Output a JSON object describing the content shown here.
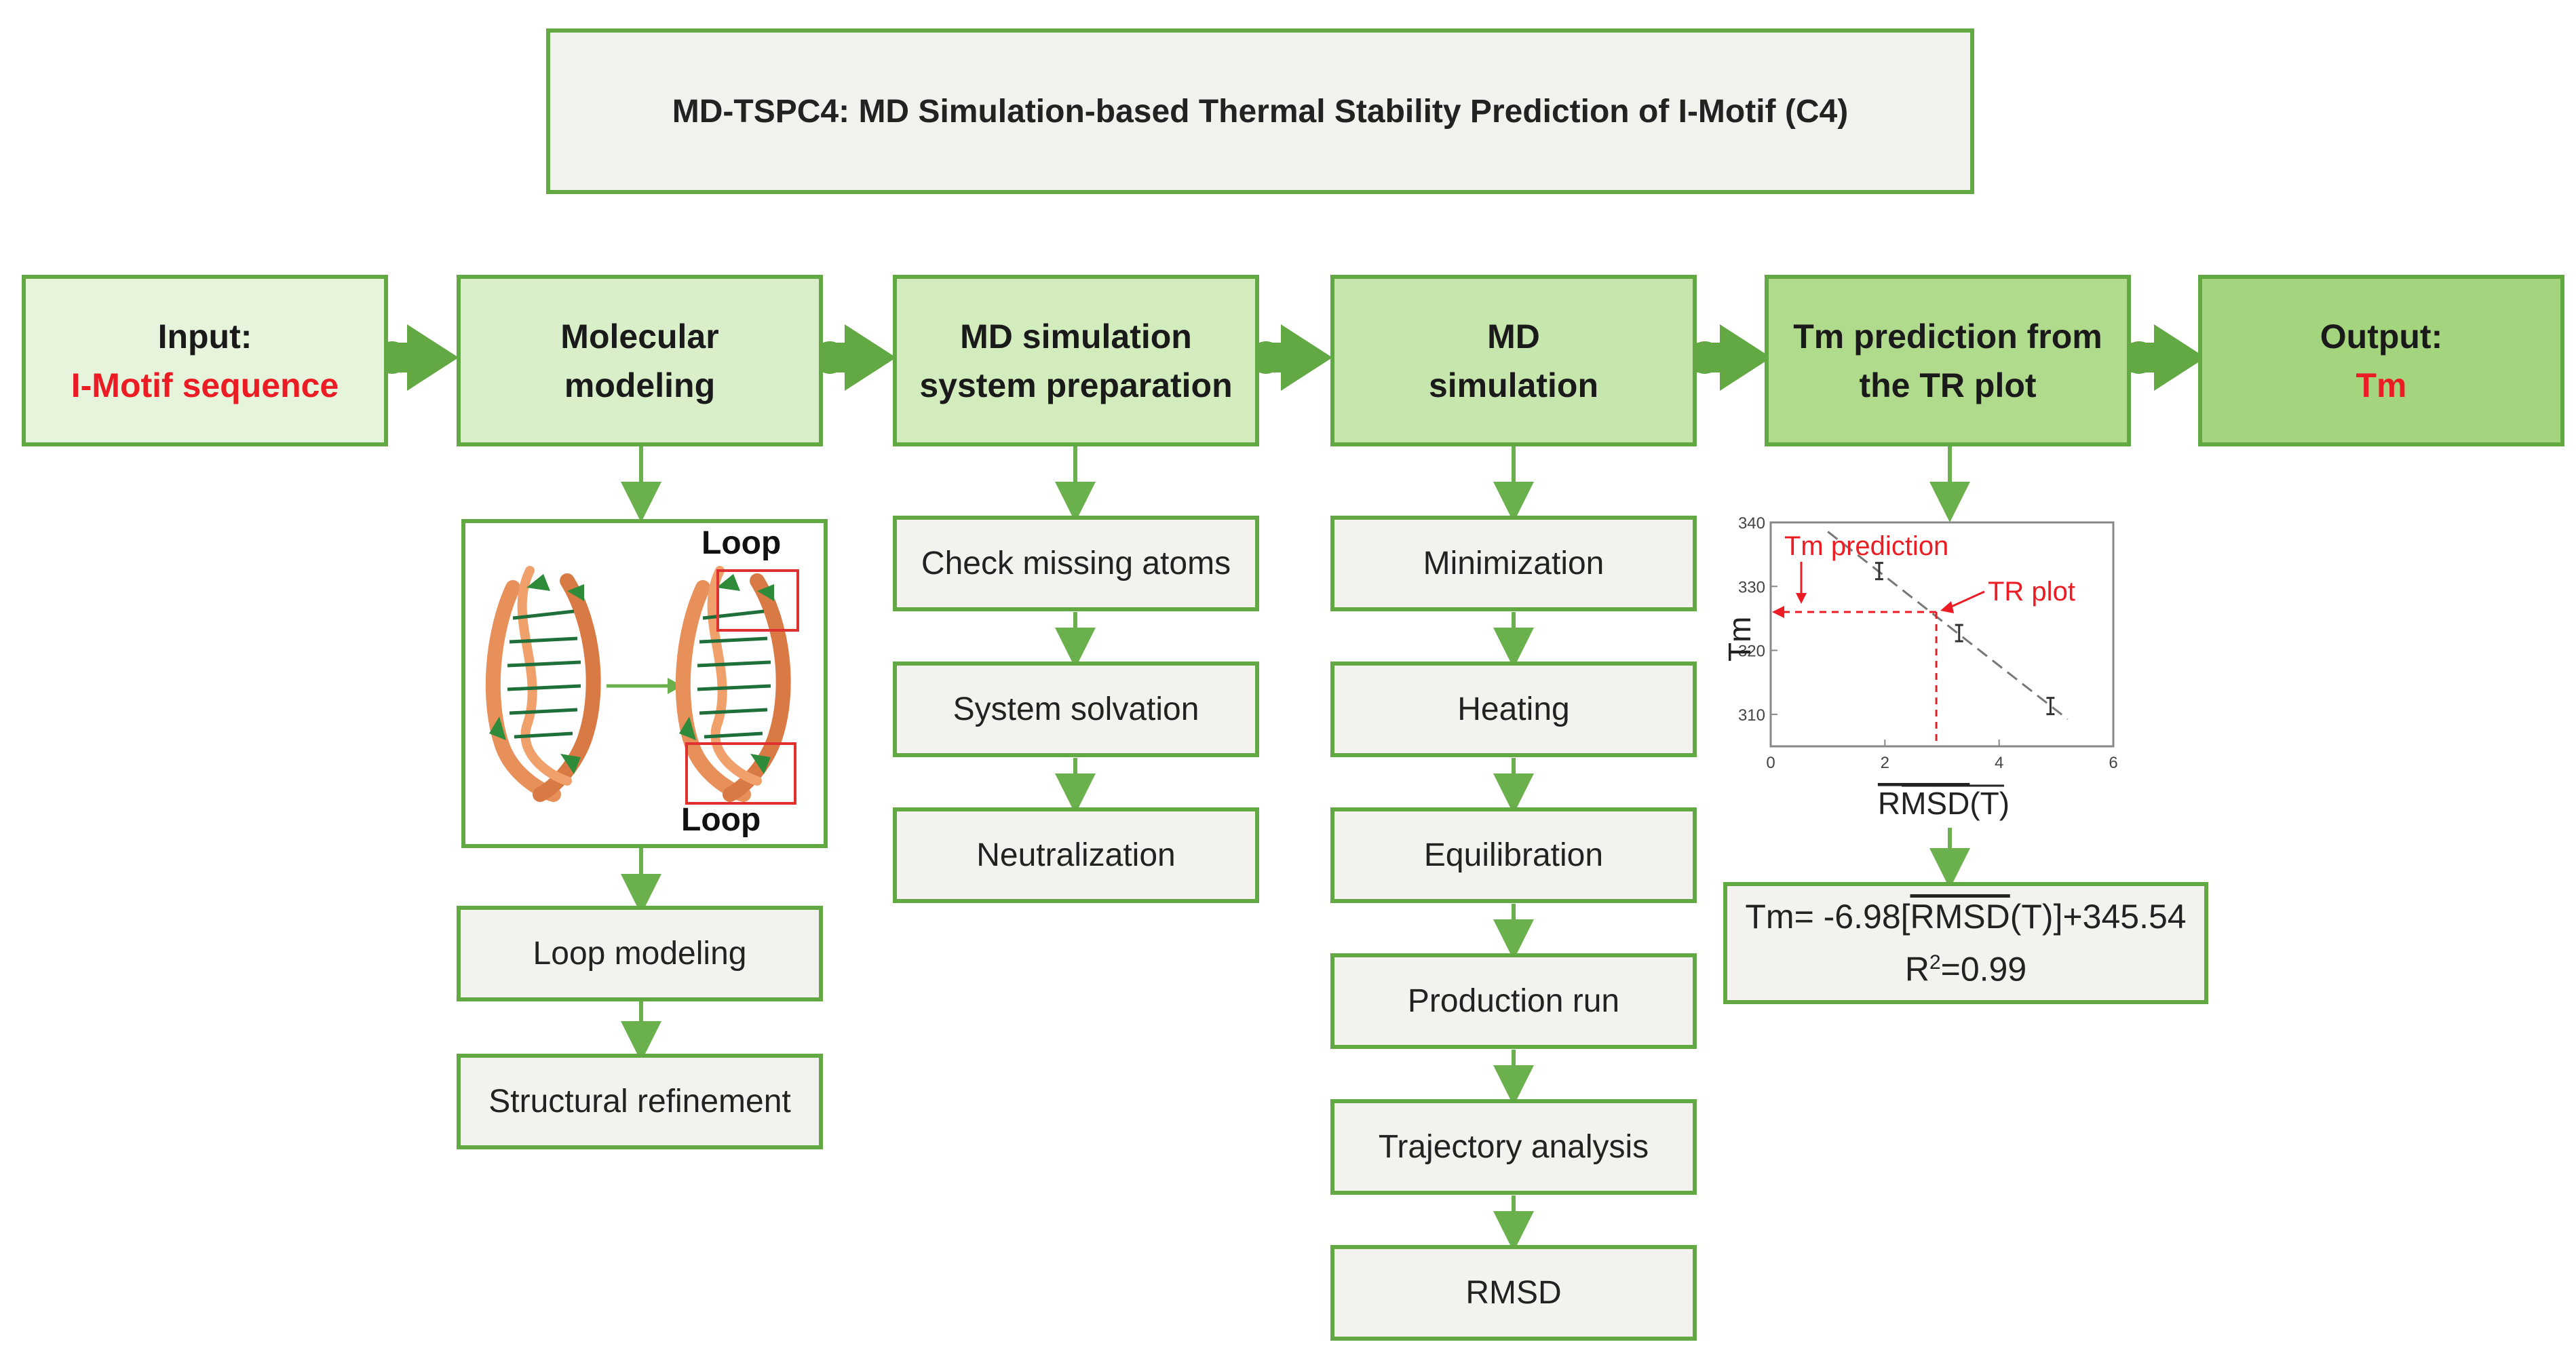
{
  "title": "MD-TSPC4: MD Simulation-based Thermal Stability Prediction of I-Motif (C4)",
  "stages": {
    "input": {
      "line1": "Input:",
      "line2": "I-Motif sequence"
    },
    "molecular": {
      "line1": "Molecular",
      "line2": "modeling"
    },
    "prep": {
      "line1": "MD simulation",
      "line2": "system preparation"
    },
    "md": {
      "line1": "MD",
      "line2": "simulation"
    },
    "tm": {
      "line1": "Tm prediction from",
      "line2": "the TR plot"
    },
    "output": {
      "line1": "Output:",
      "line2": "Tm"
    }
  },
  "molecular_steps": [
    "Loop modeling",
    "Structural refinement"
  ],
  "loop_labels": {
    "top": "Loop",
    "bottom": "Loop"
  },
  "prep_steps": [
    "Check missing atoms",
    "System solvation",
    "Neutralization"
  ],
  "md_steps": [
    "Minimization",
    "Heating",
    "Equilibration",
    "Production run",
    "Trajectory analysis",
    "RMSD"
  ],
  "tr_plot": {
    "ylabel": "Tm",
    "xlabel_overline": "RMSD",
    "xlabel_rest": "(T)",
    "annotation_prediction": "Tm prediction",
    "annotation_trplot": "TR plot"
  },
  "chart_data": {
    "type": "scatter",
    "xlabel": "RMSD(T)",
    "ylabel": "Tm",
    "xlim": [
      0,
      6
    ],
    "ylim": [
      305,
      340
    ],
    "x_ticks": [
      0,
      2,
      4,
      6
    ],
    "y_ticks": [
      310,
      320,
      330,
      340
    ],
    "x_tick_labels": [
      "0",
      "2",
      "4",
      "6"
    ],
    "y_tick_labels": [
      "310",
      "320",
      "330",
      "340"
    ],
    "points": [
      {
        "x": 1.9,
        "y": 332.4
      },
      {
        "x": 3.3,
        "y": 322.7
      },
      {
        "x": 4.9,
        "y": 311.3
      }
    ],
    "fit_line": {
      "slope": -6.98,
      "intercept": 345.54,
      "x_range": [
        1.0,
        5.2
      ]
    },
    "prediction_point": {
      "x": 2.9,
      "y": 326.0
    },
    "grid": false
  },
  "equation": {
    "prefix": "Tm= -6.98[",
    "overline": "RMSD",
    "suffix": "(T)]+345.54",
    "r2_label": "R",
    "r2_sup": "2",
    "r2_value": "=0.99"
  },
  "colors": {
    "border": "#62a843",
    "arrow": "#6ab04c",
    "red": "#ec1c24"
  }
}
